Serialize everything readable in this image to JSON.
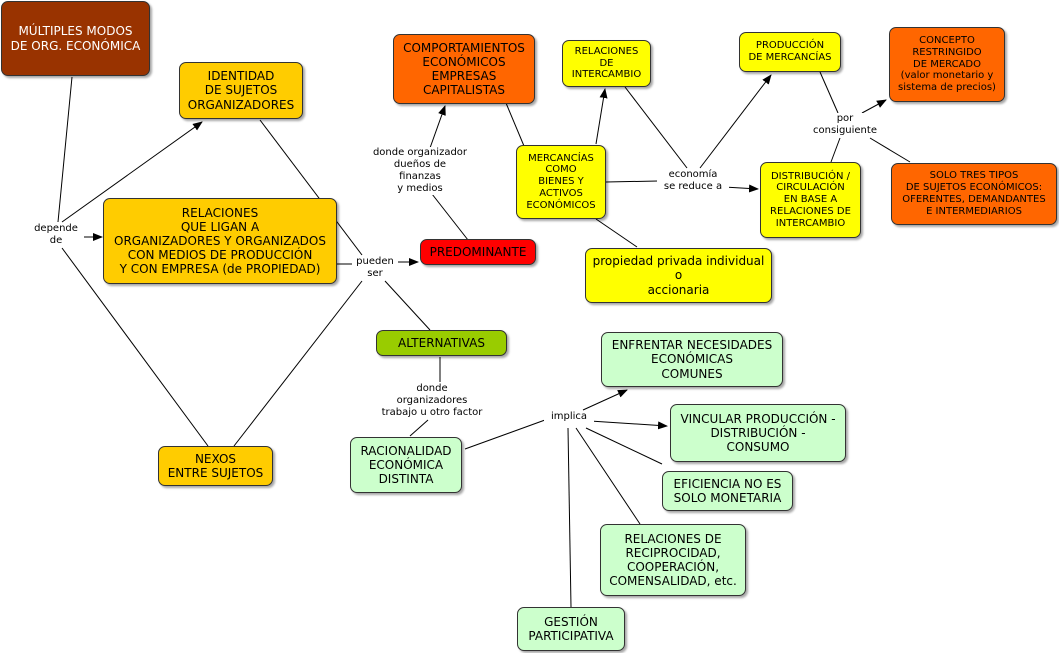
{
  "colors": {
    "brown": "#993300",
    "gold": "#ffcc00",
    "orange": "#ff6600",
    "red": "#ff0000",
    "yellow": "#ffff00",
    "olive": "#99cc00",
    "mint": "#ccffcc",
    "line": "#000000"
  },
  "nodes": {
    "multiples_modos": "MÚLTIPLES MODOS\nDE ORG. ECONÓMICA",
    "identidad": "IDENTIDAD\nDE SUJETOS\nORGANIZADORES",
    "relaciones": "RELACIONES\nQUE LIGAN A\nORGANIZADORES Y ORGANIZADOS\nCON MEDIOS DE PRODUCCIÓN\nY CON EMPRESA (de PROPIEDAD)",
    "nexos": "NEXOS\nENTRE SUJETOS",
    "comportamientos": "COMPORTAMIENTOS\nECONÓMICOS\nEMPRESAS\nCAPITALISTAS",
    "predominante": "PREDOMINANTE",
    "alternativas": "ALTERNATIVAS",
    "relaciones_intercambio": "RELACIONES\nDE\nINTERCAMBIO",
    "mercancias": "MERCANCÍAS\nCOMO\nBIENES Y\nACTIVOS\nECONÓMICOS",
    "propiedad_privada": "propiedad privada individual\no\naccionaria",
    "produccion_mercancias": "PRODUCCIÓN\nDE MERCANCÍAS",
    "distribucion": "DISTRIBUCIÓN /\nCIRCULACIÓN\nEN BASE A\nRELACIONES DE\nINTERCAMBIO",
    "concepto_restringido": "CONCEPTO\nRESTRINGIDO\nDE MERCADO\n(valor monetario y\nsistema de precios)",
    "solo_tres_tipos": "SOLO TRES TIPOS\nDE SUJETOS ECONÓMICOS:\nOFERENTES, DEMANDANTES\nE INTERMEDIARIOS",
    "racionalidad": "RACIONALIDAD\nECONÓMICA\nDISTINTA",
    "enfrentar": "ENFRENTAR NECESIDADES\nECONÓMICAS\nCOMUNES",
    "vincular": "VINCULAR PRODUCCIÓN -\nDISTRIBUCIÓN -\nCONSUMO",
    "eficiencia": "EFICIENCIA NO ES\nSOLO MONETARIA",
    "reciprocidad": "RELACIONES DE\nRECIPROCIDAD,\nCOOPERACIÓN,\nCOMENSALIDAD, etc.",
    "gestion": "GESTIÓN\nPARTICIPATIVA"
  },
  "labels": {
    "depende_de": "depende\nde",
    "pueden_ser": "pueden\nser",
    "donde_finanzas": "donde organizador\ndueños de\nfinanzas\ny medios",
    "donde_trabajo": "donde\norganizadores\ntrabajo u otro factor",
    "economia_reduce": "economía\nse reduce a",
    "por_consiguiente": "por\nconsiguiente",
    "implica": "implica"
  }
}
